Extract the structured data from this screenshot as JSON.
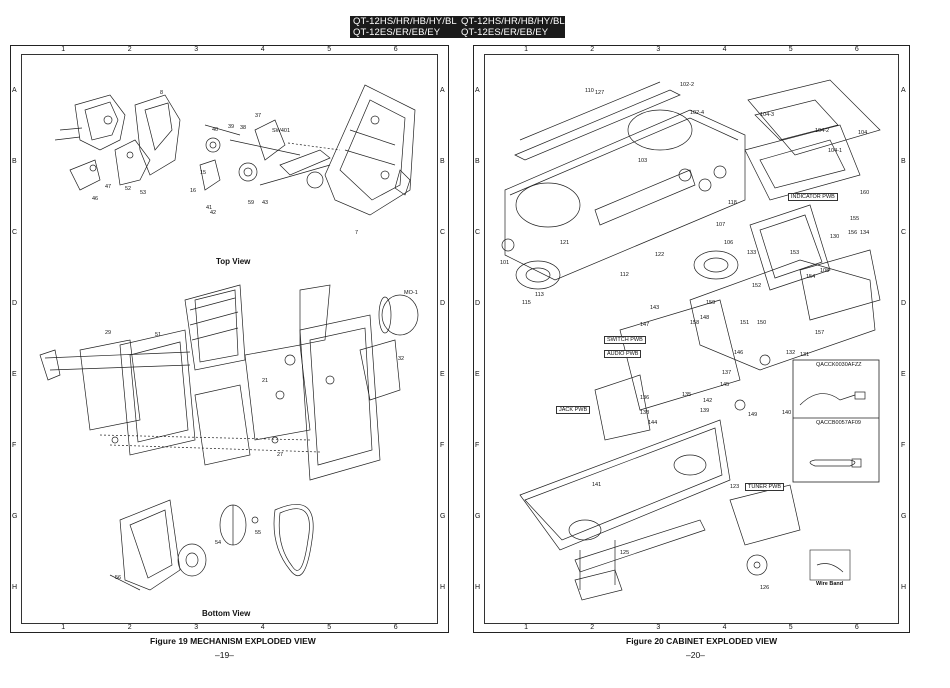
{
  "header": {
    "left_line1": "QT-12HS/HR/HB/HY/BL",
    "left_line2": "QT-12ES/ER/EB/EY",
    "right_line1": "QT-12HS/HR/HB/HY/BL",
    "right_line2": "QT-12ES/ER/EB/EY"
  },
  "left_page": {
    "view_top": "Top View",
    "view_bottom": "Bottom View",
    "caption": "Figure 19 MECHANISM EXPLODED VIEW",
    "page_number": "–19–",
    "part_labels": [
      "SW401",
      "40",
      "39",
      "38",
      "37",
      "15",
      "16",
      "41",
      "42",
      "59",
      "43",
      "46",
      "47",
      "52",
      "53",
      "7",
      "54",
      "55",
      "56",
      "29",
      "51",
      "27",
      "21",
      "MO-1",
      "32",
      "8"
    ]
  },
  "right_page": {
    "caption": "Figure 20 CABINET EXPLODED VIEW",
    "page_number": "–20–",
    "boxes": {
      "indicator": "INDICATOR PWB",
      "switch": "SWITCH PWB",
      "audio": "AUDIO PWB",
      "jack": "JACK PWB",
      "tuner": "TUNER PWB",
      "cord1": "QACCK0030AFZZ",
      "cord2": "QACCB0057AF09",
      "wire": "Wire Band"
    },
    "part_labels": [
      "101",
      "102-2",
      "102-4",
      "103",
      "104",
      "104-1",
      "104-2",
      "104-3",
      "106",
      "107",
      "108",
      "110",
      "112",
      "113",
      "115",
      "118",
      "121",
      "122",
      "123",
      "125",
      "126",
      "127",
      "130",
      "131",
      "132",
      "133",
      "134",
      "135",
      "136",
      "137",
      "138",
      "139",
      "140",
      "141",
      "142",
      "143",
      "144",
      "145",
      "146",
      "147",
      "148",
      "149",
      "150",
      "151",
      "152",
      "153",
      "154",
      "155",
      "156",
      "157",
      "158",
      "159",
      "160"
    ]
  },
  "grid": {
    "columns": [
      "1",
      "2",
      "3",
      "4",
      "5",
      "6"
    ],
    "rows": [
      "A",
      "B",
      "C",
      "D",
      "E",
      "F",
      "G",
      "H"
    ]
  }
}
